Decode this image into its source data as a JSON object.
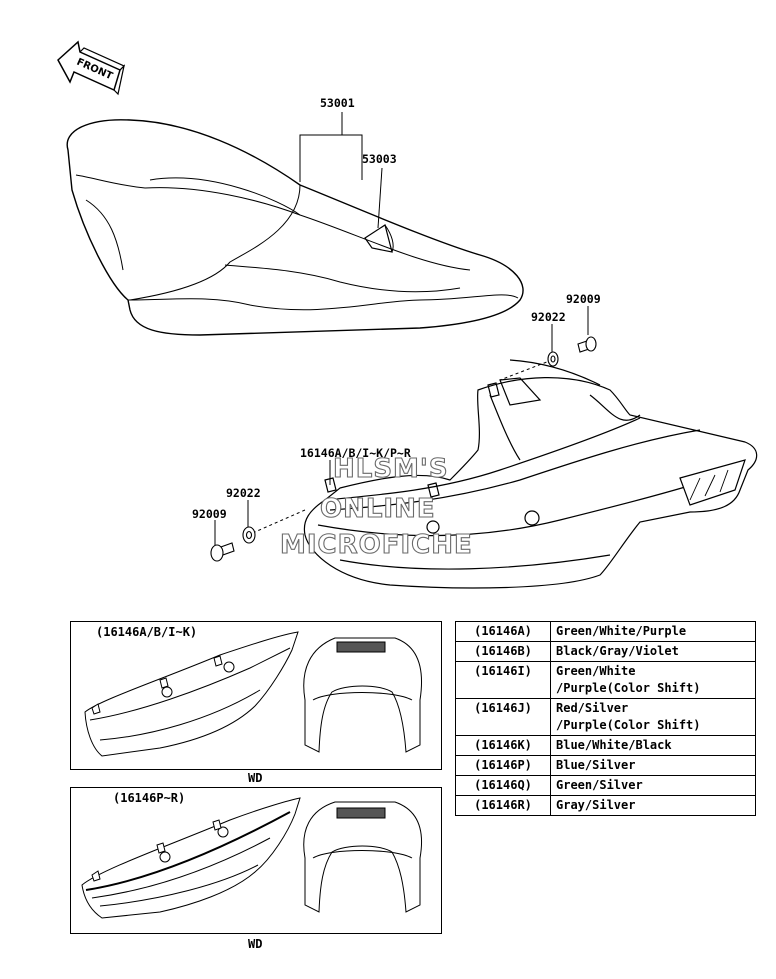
{
  "direction_label": "FRONT",
  "watermark": [
    "HLSM'S",
    "ONLINE",
    "MICROFICHE"
  ],
  "callouts": {
    "seat": "53001",
    "badge": "53003",
    "bolt_right": "92009",
    "washer_right": "92022",
    "cover": "16146A/B/I~K/P~R",
    "washer_left": "92022",
    "bolt_left": "92009"
  },
  "insets": [
    {
      "title": "(16146A/B/I~K)",
      "caption": "WD"
    },
    {
      "title": "(16146P~R)",
      "caption": "WD"
    }
  ],
  "color_table": [
    {
      "code": "(16146A)",
      "color": [
        "Green/White/Purple"
      ]
    },
    {
      "code": "(16146B)",
      "color": [
        "Black/Gray/Violet"
      ]
    },
    {
      "code": "(16146I)",
      "color": [
        "Green/White",
        "/Purple(Color Shift)"
      ]
    },
    {
      "code": "(16146J)",
      "color": [
        "Red/Silver",
        "/Purple(Color Shift)"
      ]
    },
    {
      "code": "(16146K)",
      "color": [
        "Blue/White/Black"
      ]
    },
    {
      "code": "(16146P)",
      "color": [
        "Blue/Silver"
      ]
    },
    {
      "code": "(16146Q)",
      "color": [
        "Green/Silver"
      ]
    },
    {
      "code": "(16146R)",
      "color": [
        "Gray/Silver"
      ]
    }
  ]
}
